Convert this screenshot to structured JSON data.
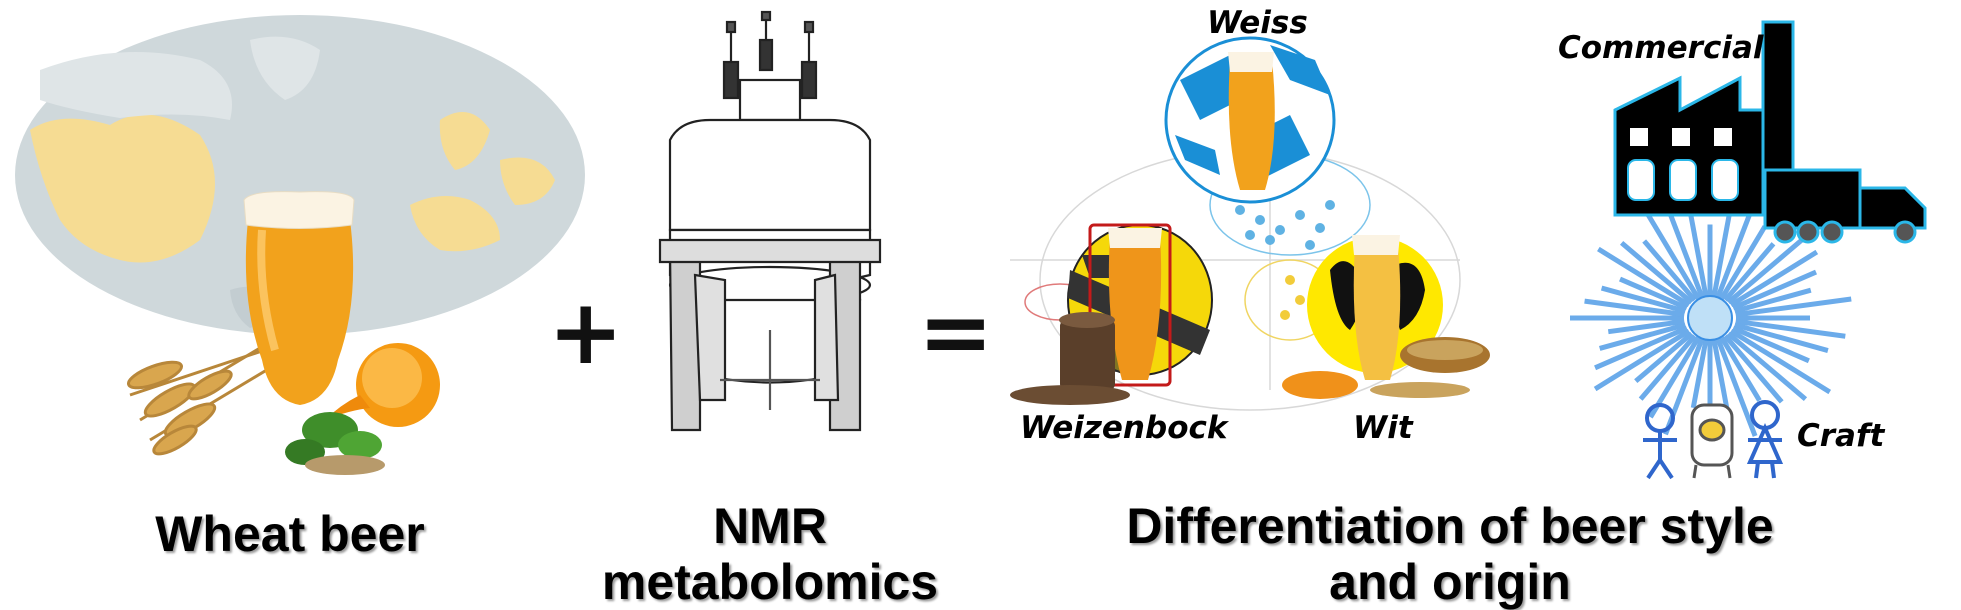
{
  "captions": {
    "wheat_beer": "Wheat beer",
    "nmr_line1": "NMR",
    "nmr_line2": "metabolomics",
    "differentiation_line1": "Differentiation of beer style",
    "differentiation_line2": "and origin"
  },
  "operators": {
    "plus": "+",
    "equals": "="
  },
  "styles": {
    "weiss": "Weiss",
    "weizenbock": "Weizenbock",
    "wit": "Wit"
  },
  "origin": {
    "commercial": "Commercial",
    "craft": "Craft"
  },
  "colors": {
    "map_land": "#cfd8db",
    "map_highlight": "#f6dc93",
    "beer": "#f2a21c",
    "weiss_blue": "#1a8fd6",
    "weizenbock_yellow": "#f5d80a",
    "wit_yellow": "#ffe800",
    "factory_outline": "#2bb7e8",
    "radial_blue": "#3a8fe4"
  },
  "icons": [
    "world-map-icon",
    "beer-glass-icon",
    "wheat-icon",
    "orange-icon",
    "coriander-icon",
    "nmr-spectrometer-icon",
    "factory-icon",
    "truck-icon",
    "person-icon",
    "fermenter-icon"
  ]
}
